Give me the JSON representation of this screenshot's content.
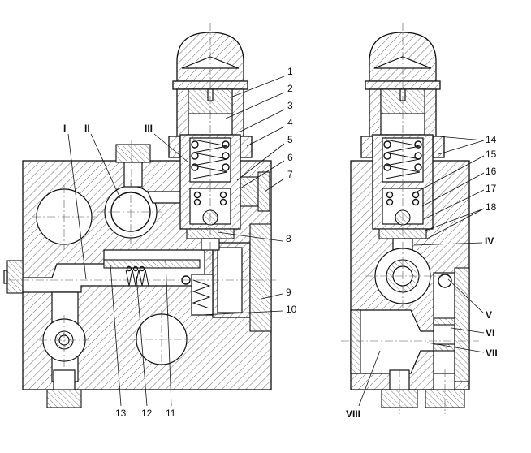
{
  "callouts": {
    "c1": "1",
    "c2": "2",
    "c3": "3",
    "c4": "4",
    "c5": "5",
    "c6": "6",
    "c7": "7",
    "c8": "8",
    "c9": "9",
    "c10": "10",
    "c11": "11",
    "c12": "12",
    "c13": "13",
    "c14": "14",
    "c15": "15",
    "c16": "16",
    "c17": "17",
    "c18": "18"
  },
  "ports": {
    "p1": "I",
    "p2": "II",
    "p3": "III",
    "p4": "IV",
    "p5": "V",
    "p6": "VI",
    "p7": "VII",
    "p8": "VIII"
  }
}
